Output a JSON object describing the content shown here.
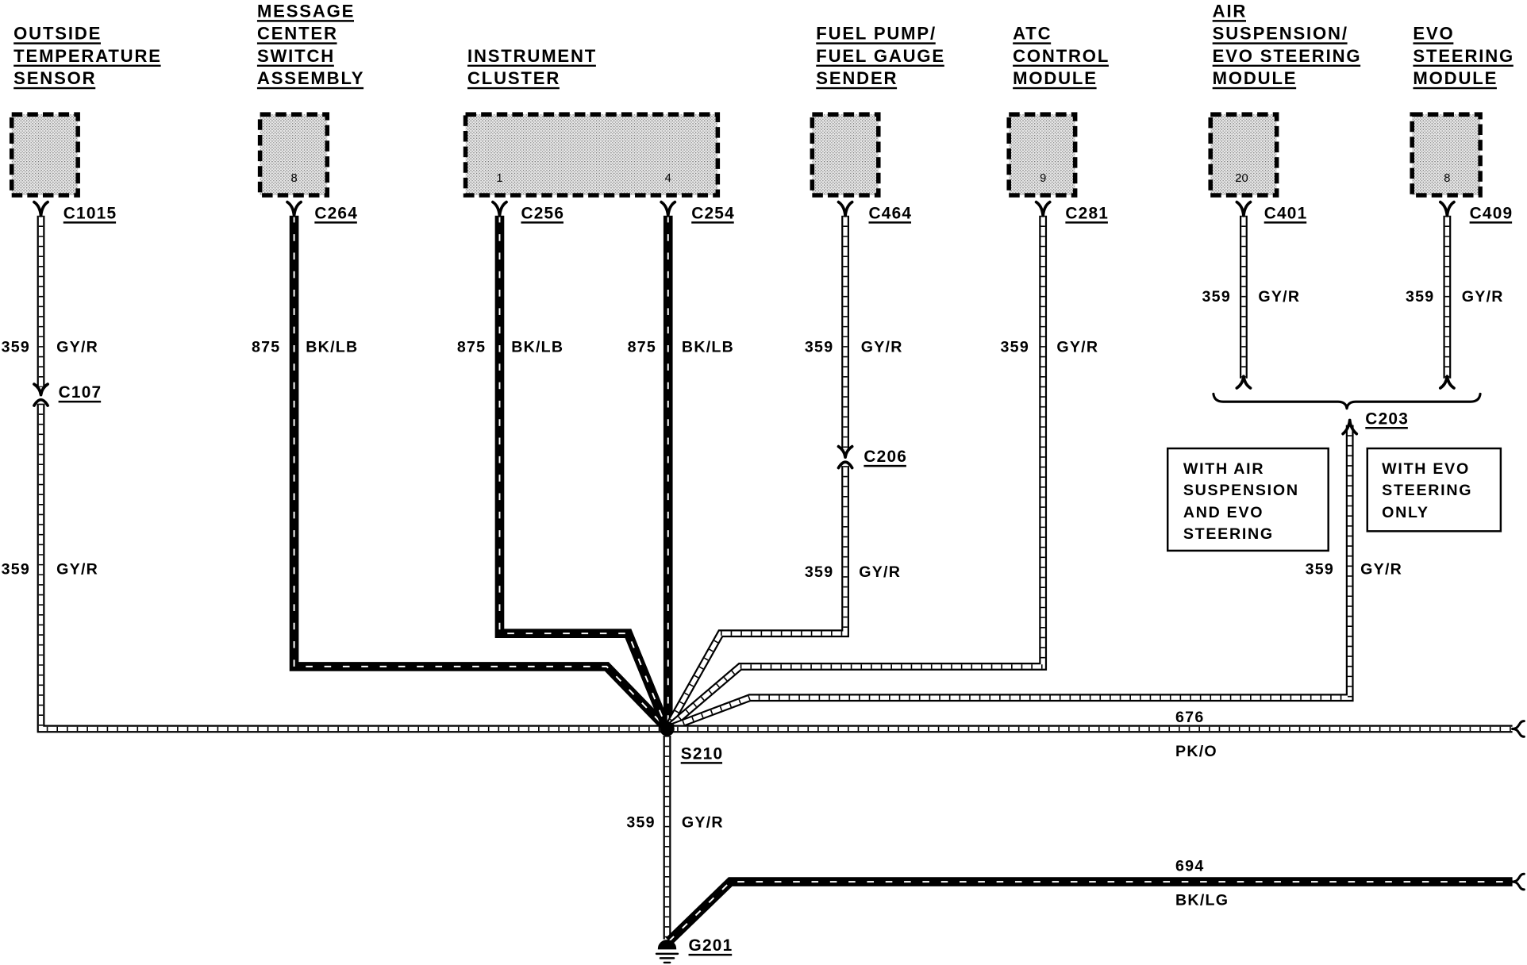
{
  "colors": {
    "ink": "#000000",
    "paper": "#ffffff",
    "module_fill": "#e8e8e8"
  },
  "components": {
    "outside_temperature_sensor": {
      "label": [
        "OUTSIDE",
        "TEMPERATURE",
        "SENSOR"
      ],
      "connector": "C1015"
    },
    "message_center_switch_assembly": {
      "label": [
        "MESSAGE",
        "CENTER",
        "SWITCH",
        "ASSEMBLY"
      ],
      "pin": "8",
      "connector": "C264"
    },
    "instrument_cluster": {
      "label": [
        "INSTRUMENT",
        "CLUSTER"
      ],
      "pins": [
        "1",
        "4"
      ],
      "connectors": [
        "C256",
        "C254"
      ]
    },
    "fuel_pump_fuel_gauge_sender": {
      "label": [
        "FUEL PUMP/",
        "FUEL GAUGE",
        "SENDER"
      ],
      "connector": "C464"
    },
    "atc_control_module": {
      "label": [
        "ATC",
        "CONTROL",
        "MODULE"
      ],
      "pin": "9",
      "connector": "C281"
    },
    "air_suspension_evo_steering_module": {
      "label": [
        "AIR",
        "SUSPENSION/",
        "EVO STEERING",
        "MODULE"
      ],
      "pin": "20",
      "connector": "C401"
    },
    "evo_steering_module": {
      "label": [
        "EVO",
        "STEERING",
        "MODULE"
      ],
      "pin": "8",
      "connector": "C409"
    }
  },
  "wires": {
    "ots_upper": {
      "circuit": "359",
      "color": "GY/R"
    },
    "ots_lower": {
      "circuit": "359",
      "color": "GY/R"
    },
    "message_center": {
      "circuit": "875",
      "color": "BK/LB"
    },
    "cluster_pin1": {
      "circuit": "875",
      "color": "BK/LB"
    },
    "cluster_pin4": {
      "circuit": "875",
      "color": "BK/LB"
    },
    "fuel_upper": {
      "circuit": "359",
      "color": "GY/R"
    },
    "fuel_lower": {
      "circuit": "359",
      "color": "GY/R"
    },
    "atc": {
      "circuit": "359",
      "color": "GY/R"
    },
    "air_suspension": {
      "circuit": "359",
      "color": "GY/R"
    },
    "evo_steering": {
      "circuit": "359",
      "color": "GY/R"
    },
    "c203_feed": {
      "circuit": "359",
      "color": "GY/R"
    },
    "splice_to_ground": {
      "circuit": "359",
      "color": "GY/R"
    },
    "pk_o": {
      "circuit": "676",
      "color": "PK/O"
    },
    "bk_lg": {
      "circuit": "694",
      "color": "BK/LG"
    }
  },
  "inline_connectors": {
    "c107": "C107",
    "c206": "C206",
    "c203": "C203"
  },
  "splice": "S210",
  "ground": "G201",
  "notes": {
    "air_suspension_and_evo": [
      "WITH AIR",
      "SUSPENSION",
      "AND EVO",
      "STEERING"
    ],
    "evo_only": [
      "WITH EVO",
      "STEERING",
      "ONLY"
    ]
  }
}
